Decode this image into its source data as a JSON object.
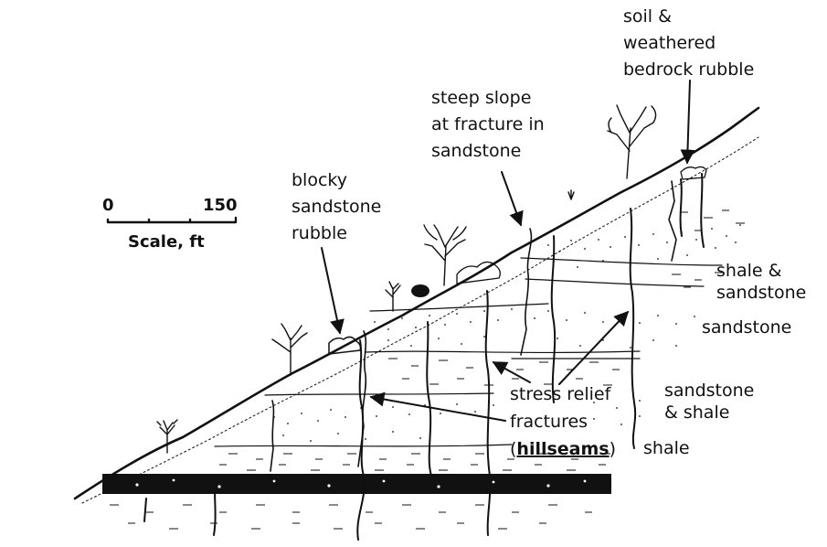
{
  "scale": {
    "min_label": "0",
    "max_label": "150",
    "unit_label": "Scale, ft"
  },
  "labels": {
    "soil": [
      "soil &",
      "weathered",
      "bedrock rubble"
    ],
    "steep_slope": [
      "steep slope",
      "at fracture in",
      "sandstone"
    ],
    "blocky_rubble": [
      "blocky",
      "sandstone",
      "rubble"
    ],
    "shale_sandstone": [
      "shale &",
      "sandstone"
    ],
    "sandstone": "sandstone",
    "sandstone_shale": [
      "sandstone",
      "& shale"
    ],
    "shale": "shale",
    "stress_relief": [
      "stress relief",
      "fractures"
    ],
    "hillseams_open": "(",
    "hillseams": "hillseams",
    "hillseams_close": ")"
  },
  "colors": {
    "ink": "#111111",
    "background": "#ffffff",
    "coal": "#111111"
  }
}
